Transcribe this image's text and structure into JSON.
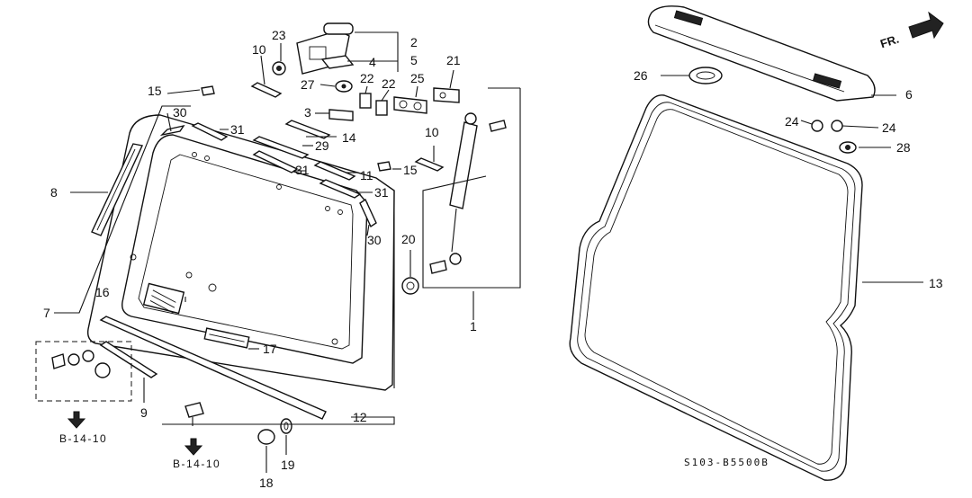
{
  "callouts": {
    "c1": "1",
    "c2": "2",
    "c3": "3",
    "c4": "4",
    "c5": "5",
    "c6": "6",
    "c7": "7",
    "c8": "8",
    "c9": "9",
    "c10a": "10",
    "c10b": "10",
    "c11": "11",
    "c12": "12",
    "c13": "13",
    "c14": "14",
    "c15a": "15",
    "c15b": "15",
    "c16": "16",
    "c17": "17",
    "c18": "18",
    "c19": "19",
    "c20": "20",
    "c21": "21",
    "c22a": "22",
    "c22b": "22",
    "c23": "23",
    "c24a": "24",
    "c24b": "24",
    "c25": "25",
    "c26": "26",
    "c27": "27",
    "c28": "28",
    "c29": "29",
    "c30a": "30",
    "c30b": "30",
    "c31a": "31",
    "c31b": "31",
    "c31c": "31"
  },
  "references": {
    "ref_left": "B-14-10",
    "ref_mid": "B-14-10"
  },
  "direction_label": "FR.",
  "diagram_code": "S103-B5500B"
}
